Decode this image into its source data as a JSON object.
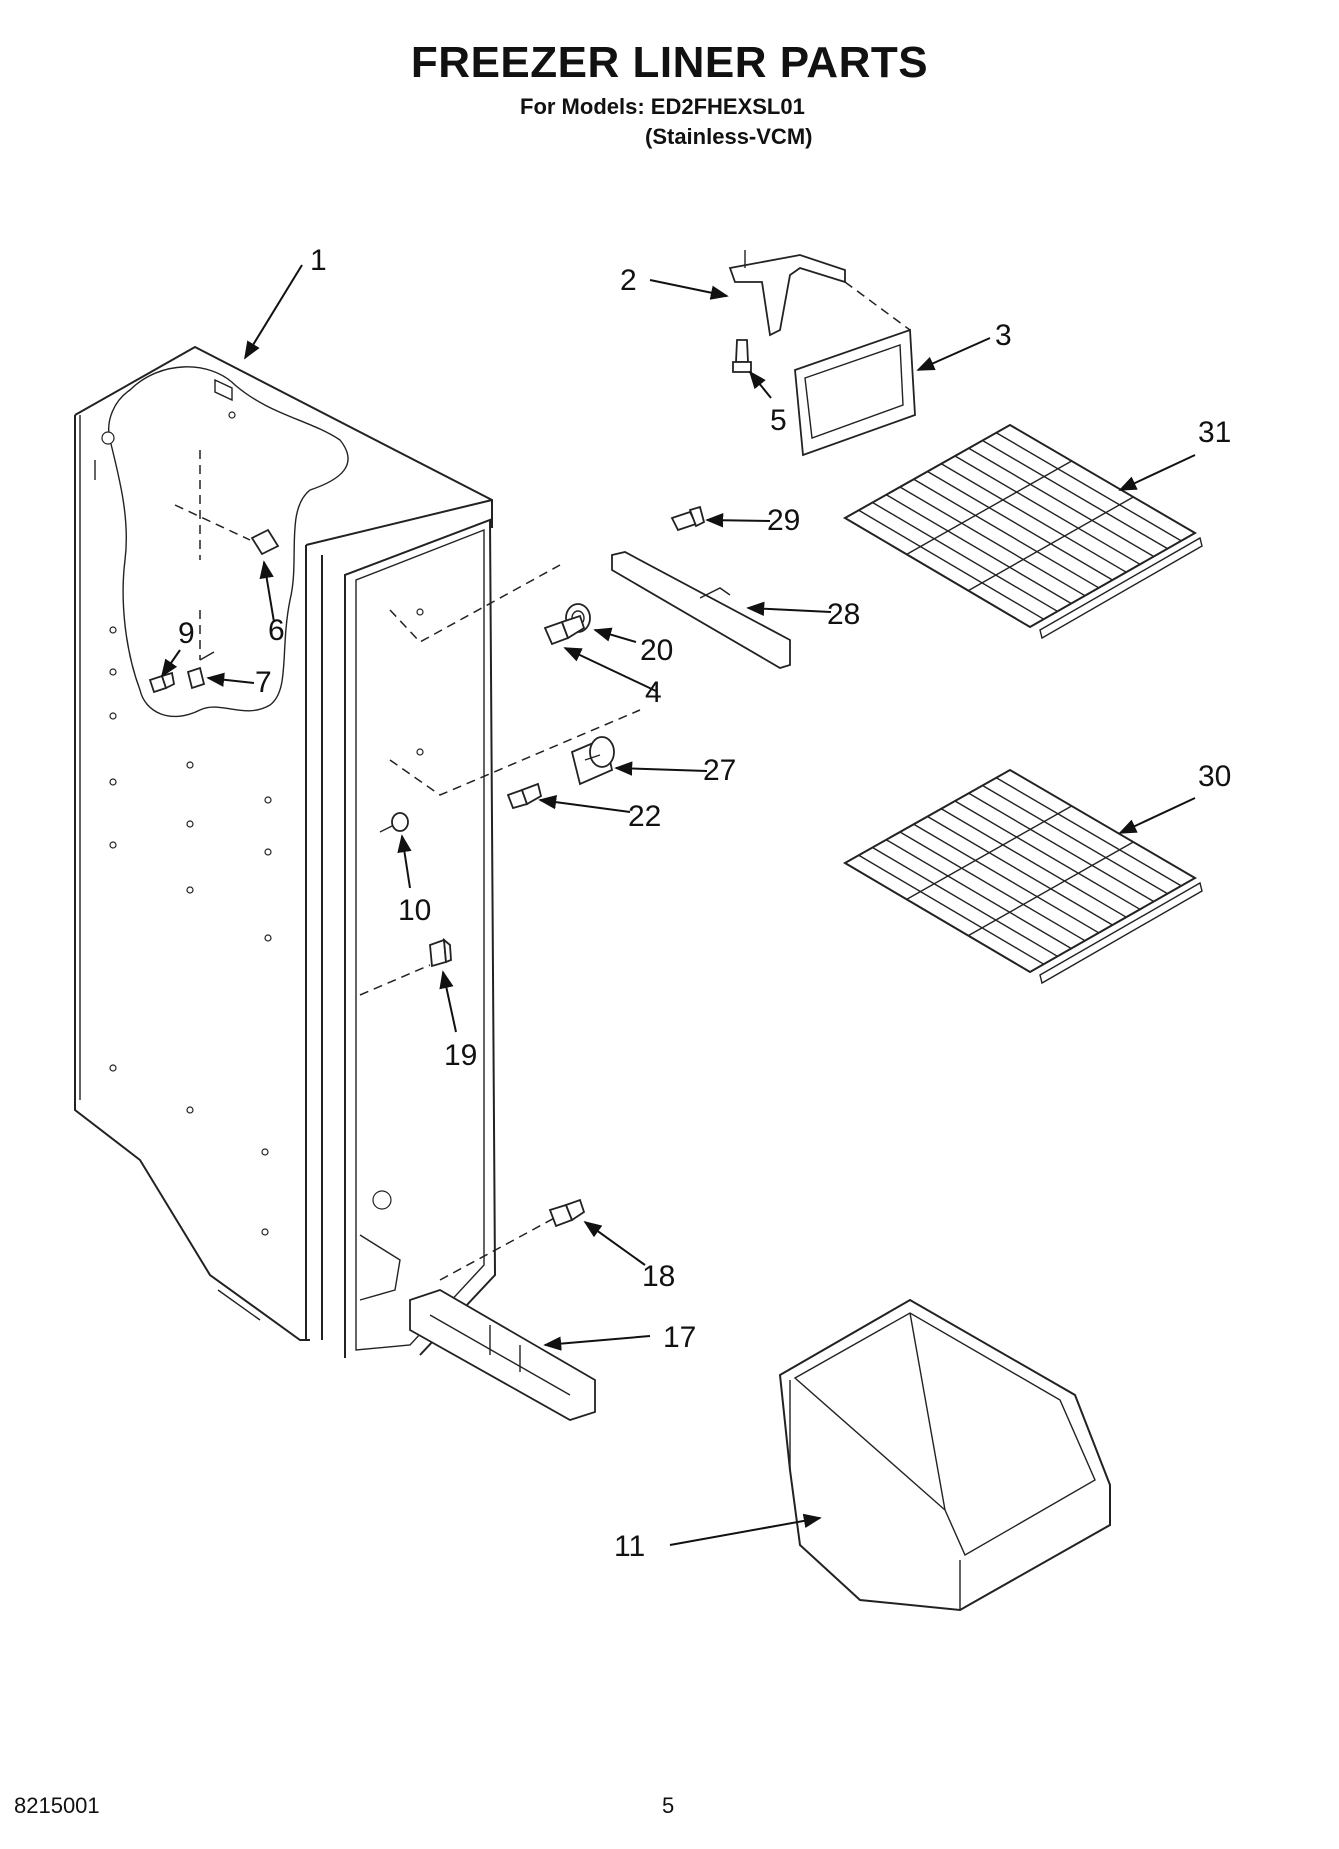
{
  "header": {
    "title": "FREEZER LINER PARTS",
    "models_line": "For Models: ED2FHEXSL01",
    "variant_line": "(Stainless-VCM)"
  },
  "footer": {
    "doc_number": "8215001",
    "page_number": "5"
  },
  "callouts": {
    "c1": "1",
    "c2": "2",
    "c3": "3",
    "c4": "4",
    "c5": "5",
    "c6": "6",
    "c7": "7",
    "c9": "9",
    "c10": "10",
    "c11": "11",
    "c17": "17",
    "c18": "18",
    "c19": "19",
    "c20": "20",
    "c22": "22",
    "c27": "27",
    "c28": "28",
    "c29": "29",
    "c30": "30",
    "c31": "31"
  }
}
